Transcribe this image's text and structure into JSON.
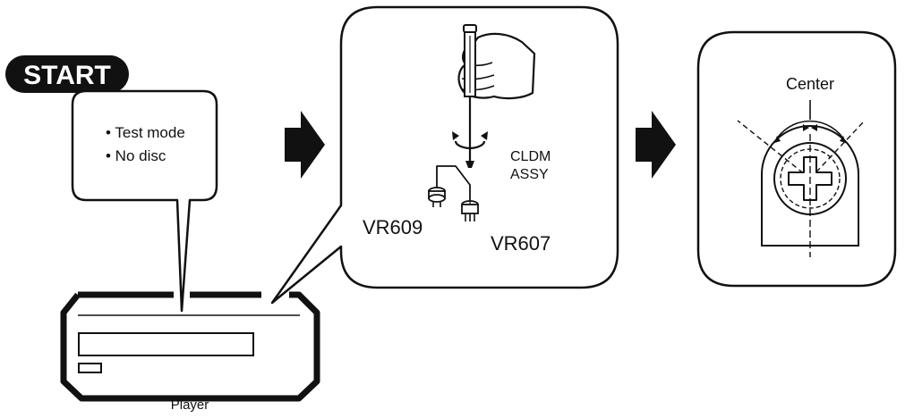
{
  "start_badge": {
    "label": "START"
  },
  "callout": {
    "items": [
      "• Test mode",
      "• No disc"
    ]
  },
  "player": {
    "label": "Player"
  },
  "adjust_panel": {
    "assembly_label_line1": "CLDM",
    "assembly_label_line2": "ASSY",
    "vr_left_label": "VR609",
    "vr_right_label": "VR607"
  },
  "result_panel": {
    "center_label": "Center"
  },
  "colors": {
    "ink": "#111111",
    "background": "#ffffff"
  },
  "icons": [
    "arrow-right-icon",
    "hand-icon",
    "screwdriver-icon",
    "rotate-icon",
    "potentiometer-icon"
  ]
}
